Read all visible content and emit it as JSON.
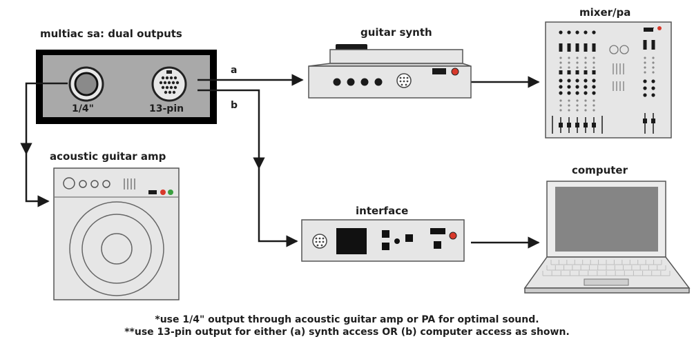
{
  "labels": {
    "multiac": "multiac sa: dual outputs",
    "quarter_inch": "1/4\"",
    "thirteen_pin": "13-pin",
    "path_a": "a",
    "path_b": "b",
    "guitar_synth": "guitar synth",
    "mixer_pa": "mixer/pa",
    "acoustic_amp": "acoustic guitar amp",
    "computer": "computer",
    "interface": "interface"
  },
  "notes": {
    "line1": "*use 1/4\" output through acoustic guitar amp or PA for optimal sound.",
    "line2": "**use 13-pin output for either (a) synth access OR (b) computer access as shown."
  },
  "colors": {
    "device_fill": "#e6e6e6",
    "device_stroke": "#555555",
    "multiac_fill": "#a9a9a9",
    "line": "#1a1a1a",
    "led_red": "#d8392b",
    "led_green": "#3aa040",
    "screen": "#858585"
  },
  "icons": [
    "quarter-inch-jack-icon",
    "thirteen-pin-connector-icon",
    "speaker-cone-icon",
    "laptop-icon"
  ]
}
